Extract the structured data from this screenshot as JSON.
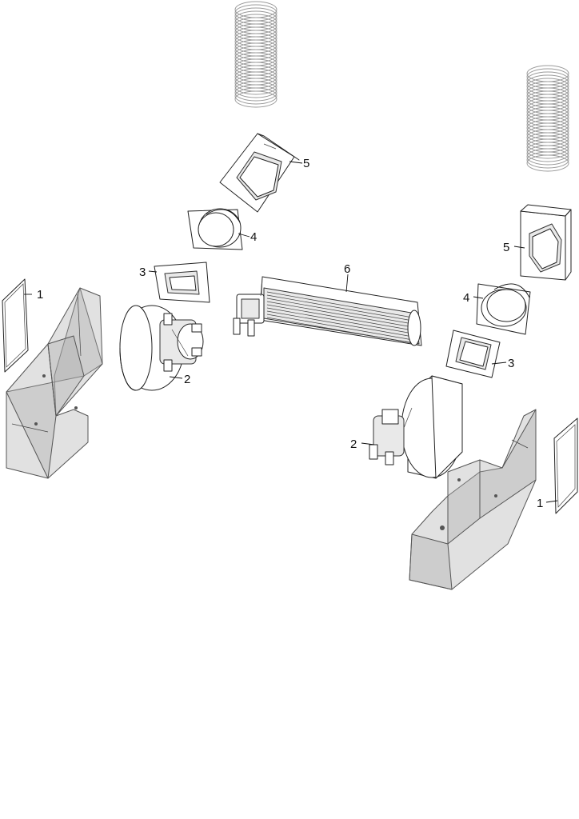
{
  "callouts": {
    "filter_left": "1",
    "filter_right": "1",
    "blower_left": "2",
    "blower_right": "2",
    "gasket_left": "3",
    "gasket_right": "3",
    "collar_left": "4",
    "collar_right": "4",
    "adapter_left": "5",
    "adapter_right": "5",
    "tangential_fan": "6"
  }
}
